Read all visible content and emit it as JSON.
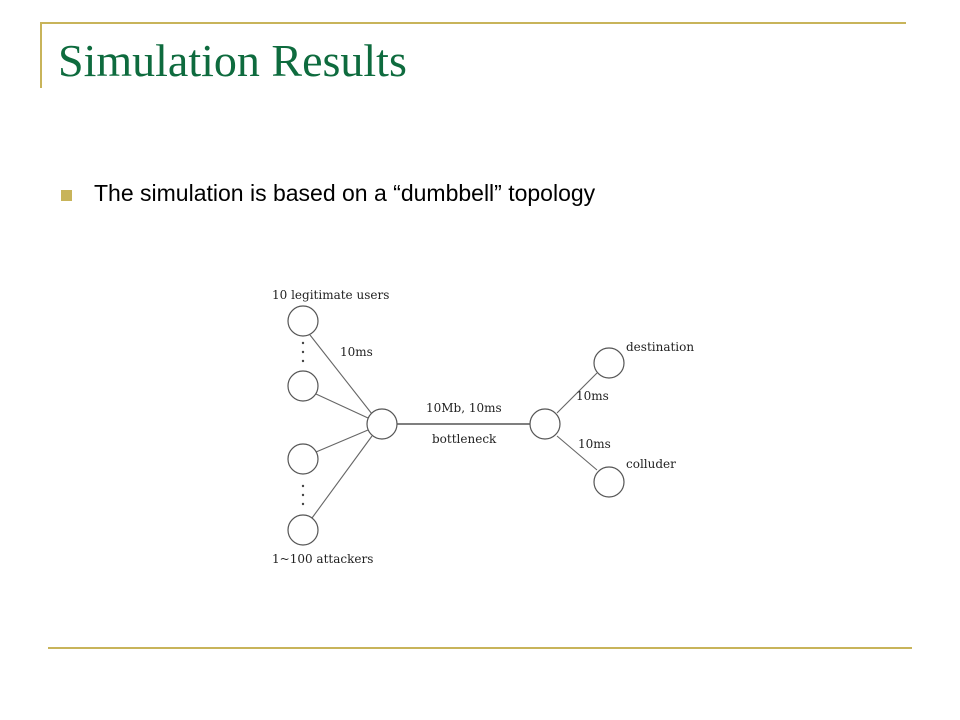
{
  "slide": {
    "title": "Simulation Results",
    "bullet": "The simulation is based on a “dumbbell” topology"
  },
  "diagram": {
    "labels": {
      "legit_users": "10 legitimate users",
      "attackers": "1~100 attackers",
      "left_delay": "10ms",
      "bottleneck_spec": "10Mb, 10ms",
      "bottleneck": "bottleneck",
      "destination": "destination",
      "colluder": "colluder",
      "dest_delay": "10ms",
      "colluder_delay": "10ms"
    }
  },
  "colors": {
    "accent": "#c8b45a",
    "title": "#0e6b3e"
  }
}
